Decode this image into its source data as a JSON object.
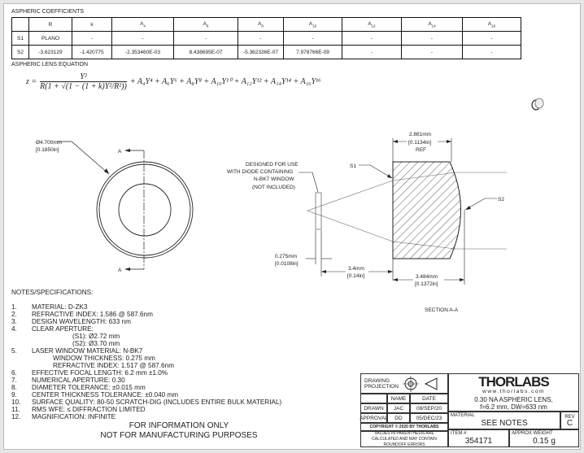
{
  "coefficients": {
    "title": "ASPHERIC COEFFICIENTS",
    "headers": [
      "",
      "R",
      "k",
      "A4",
      "A6",
      "A8",
      "A10",
      "A12",
      "A14",
      "A16"
    ],
    "rows": [
      [
        "S1",
        "PLANO",
        "-",
        "-",
        "-",
        "-",
        "-",
        "-",
        "-",
        "-"
      ],
      [
        "S2",
        "-3.623129",
        "-1.420775",
        "-2.353460E-03",
        "8.438695E-07",
        "-5.362336E-07",
        "7.978766E-09",
        "-",
        "-",
        "-"
      ]
    ]
  },
  "equation": {
    "title": "ASPHERIC LENS EQUATION",
    "lhs": "z =",
    "numerator": "Y²",
    "denominator": "R(1 + √(1 − (1 + k)Y²/R²))",
    "rhs": "+ A₄Y⁴ + A₆Y⁶ + A₈Y⁸ + A₁₀Y¹⁰ + A₁₂Y¹² + A₁₄Y¹⁴ + A₁₆Y¹⁶"
  },
  "drawing": {
    "diameter_mm": "Ø4.700mm",
    "diameter_in": "[0.1850in]",
    "section_marker": "A",
    "thickness_mm": "2.881mm",
    "thickness_in": "[0.1134in]",
    "ref": "REF",
    "s1": "S1",
    "s2": "S2",
    "window_note": [
      "DESIGNED FOR USE",
      "WITH DIODE CONTAINING",
      "N-BK7 WINDOW",
      "(NOT INCLUDED)"
    ],
    "window_mm": "0.275mm",
    "window_in": "[0.0108in]",
    "dist_mm": "3.4mm",
    "dist_in": "[0.14in]",
    "edge_mm": "3.484mm",
    "edge_in": "[0.1372in]",
    "section_label": "SECTION A-A"
  },
  "notes": {
    "title": "NOTES/SPECIFICATIONS:",
    "items": [
      {
        "n": "1.",
        "t": "MATERIAL: D-ZK3"
      },
      {
        "n": "2.",
        "t": "REFRACTIVE INDEX: 1.586 @ 587.6nm"
      },
      {
        "n": "3.",
        "t": "DESIGN WAVELENGTH: 633 nm"
      },
      {
        "n": "4.",
        "t": "CLEAR APERTURE:"
      },
      {
        "n": "",
        "t": "(S1): Ø2.72 mm",
        "indent": 2
      },
      {
        "n": "",
        "t": "(S2): Ø3.70 mm",
        "indent": 2
      },
      {
        "n": "5.",
        "t": "LASER WINDOW MATERIAL: N-BK7"
      },
      {
        "n": "",
        "t": "WINDOW THICKNESS: 0.275 mm",
        "indent": 1
      },
      {
        "n": "",
        "t": "REFRACTIVE INDEX: 1.517 @ 587.6nm",
        "indent": 1
      },
      {
        "n": "6.",
        "t": "EFFECTIVE FOCAL LENGTH: 6.2 mm ±1.0%"
      },
      {
        "n": "7.",
        "t": "NUMERICAL APERTURE: 0.30"
      },
      {
        "n": "8.",
        "t": "DIAMETER TOLERANCE: ±0.015 mm"
      },
      {
        "n": "9.",
        "t": "CENTER THICKNESS TOLERANCE: ±0.040 mm"
      },
      {
        "n": "10.",
        "t": "SURFACE QUALITY: 80-50 SCRATCH-DIG (INCLUDES ENTIRE BULK MATERIAL)"
      },
      {
        "n": "11.",
        "t": "RMS WFE: ≤ DIFFRACTION LIMITED"
      },
      {
        "n": "12.",
        "t": "MAGNIFICATION: INFINITE"
      }
    ],
    "footer1": "FOR INFORMATION ONLY",
    "footer2": "NOT FOR MANUFACTURING PURPOSES"
  },
  "titleblock": {
    "projection": "DRAWING PROJECTION",
    "name_h": "NAME",
    "date_h": "DATE",
    "drawn": "DRAWN",
    "drawn_name": "JAC",
    "drawn_date": "08/SEP/20",
    "approval": "APPROVAL",
    "approval_name": "DD",
    "approval_date": "05/DEC/23",
    "copyright": "COPYRIGHT © 2020 BY THORLABS",
    "disclaimer": "VALUES IN PARENTHESIS ARE CALCULATED AND MAY CONTAIN ROUNDOFF ERRORS",
    "logo": "THORLABS",
    "url": "www.thorlabs.com",
    "desc1": "0.30 NA ASPHERIC LENS,",
    "desc2": "f=6.2 mm, DW=633 nm",
    "material_h": "MATERIAL",
    "material": "SEE NOTES",
    "rev_h": "REV",
    "rev": "C",
    "item_h": "ITEM #",
    "item": "354171",
    "weight_h": "APPROX WEIGHT",
    "weight": "0.15 g"
  }
}
